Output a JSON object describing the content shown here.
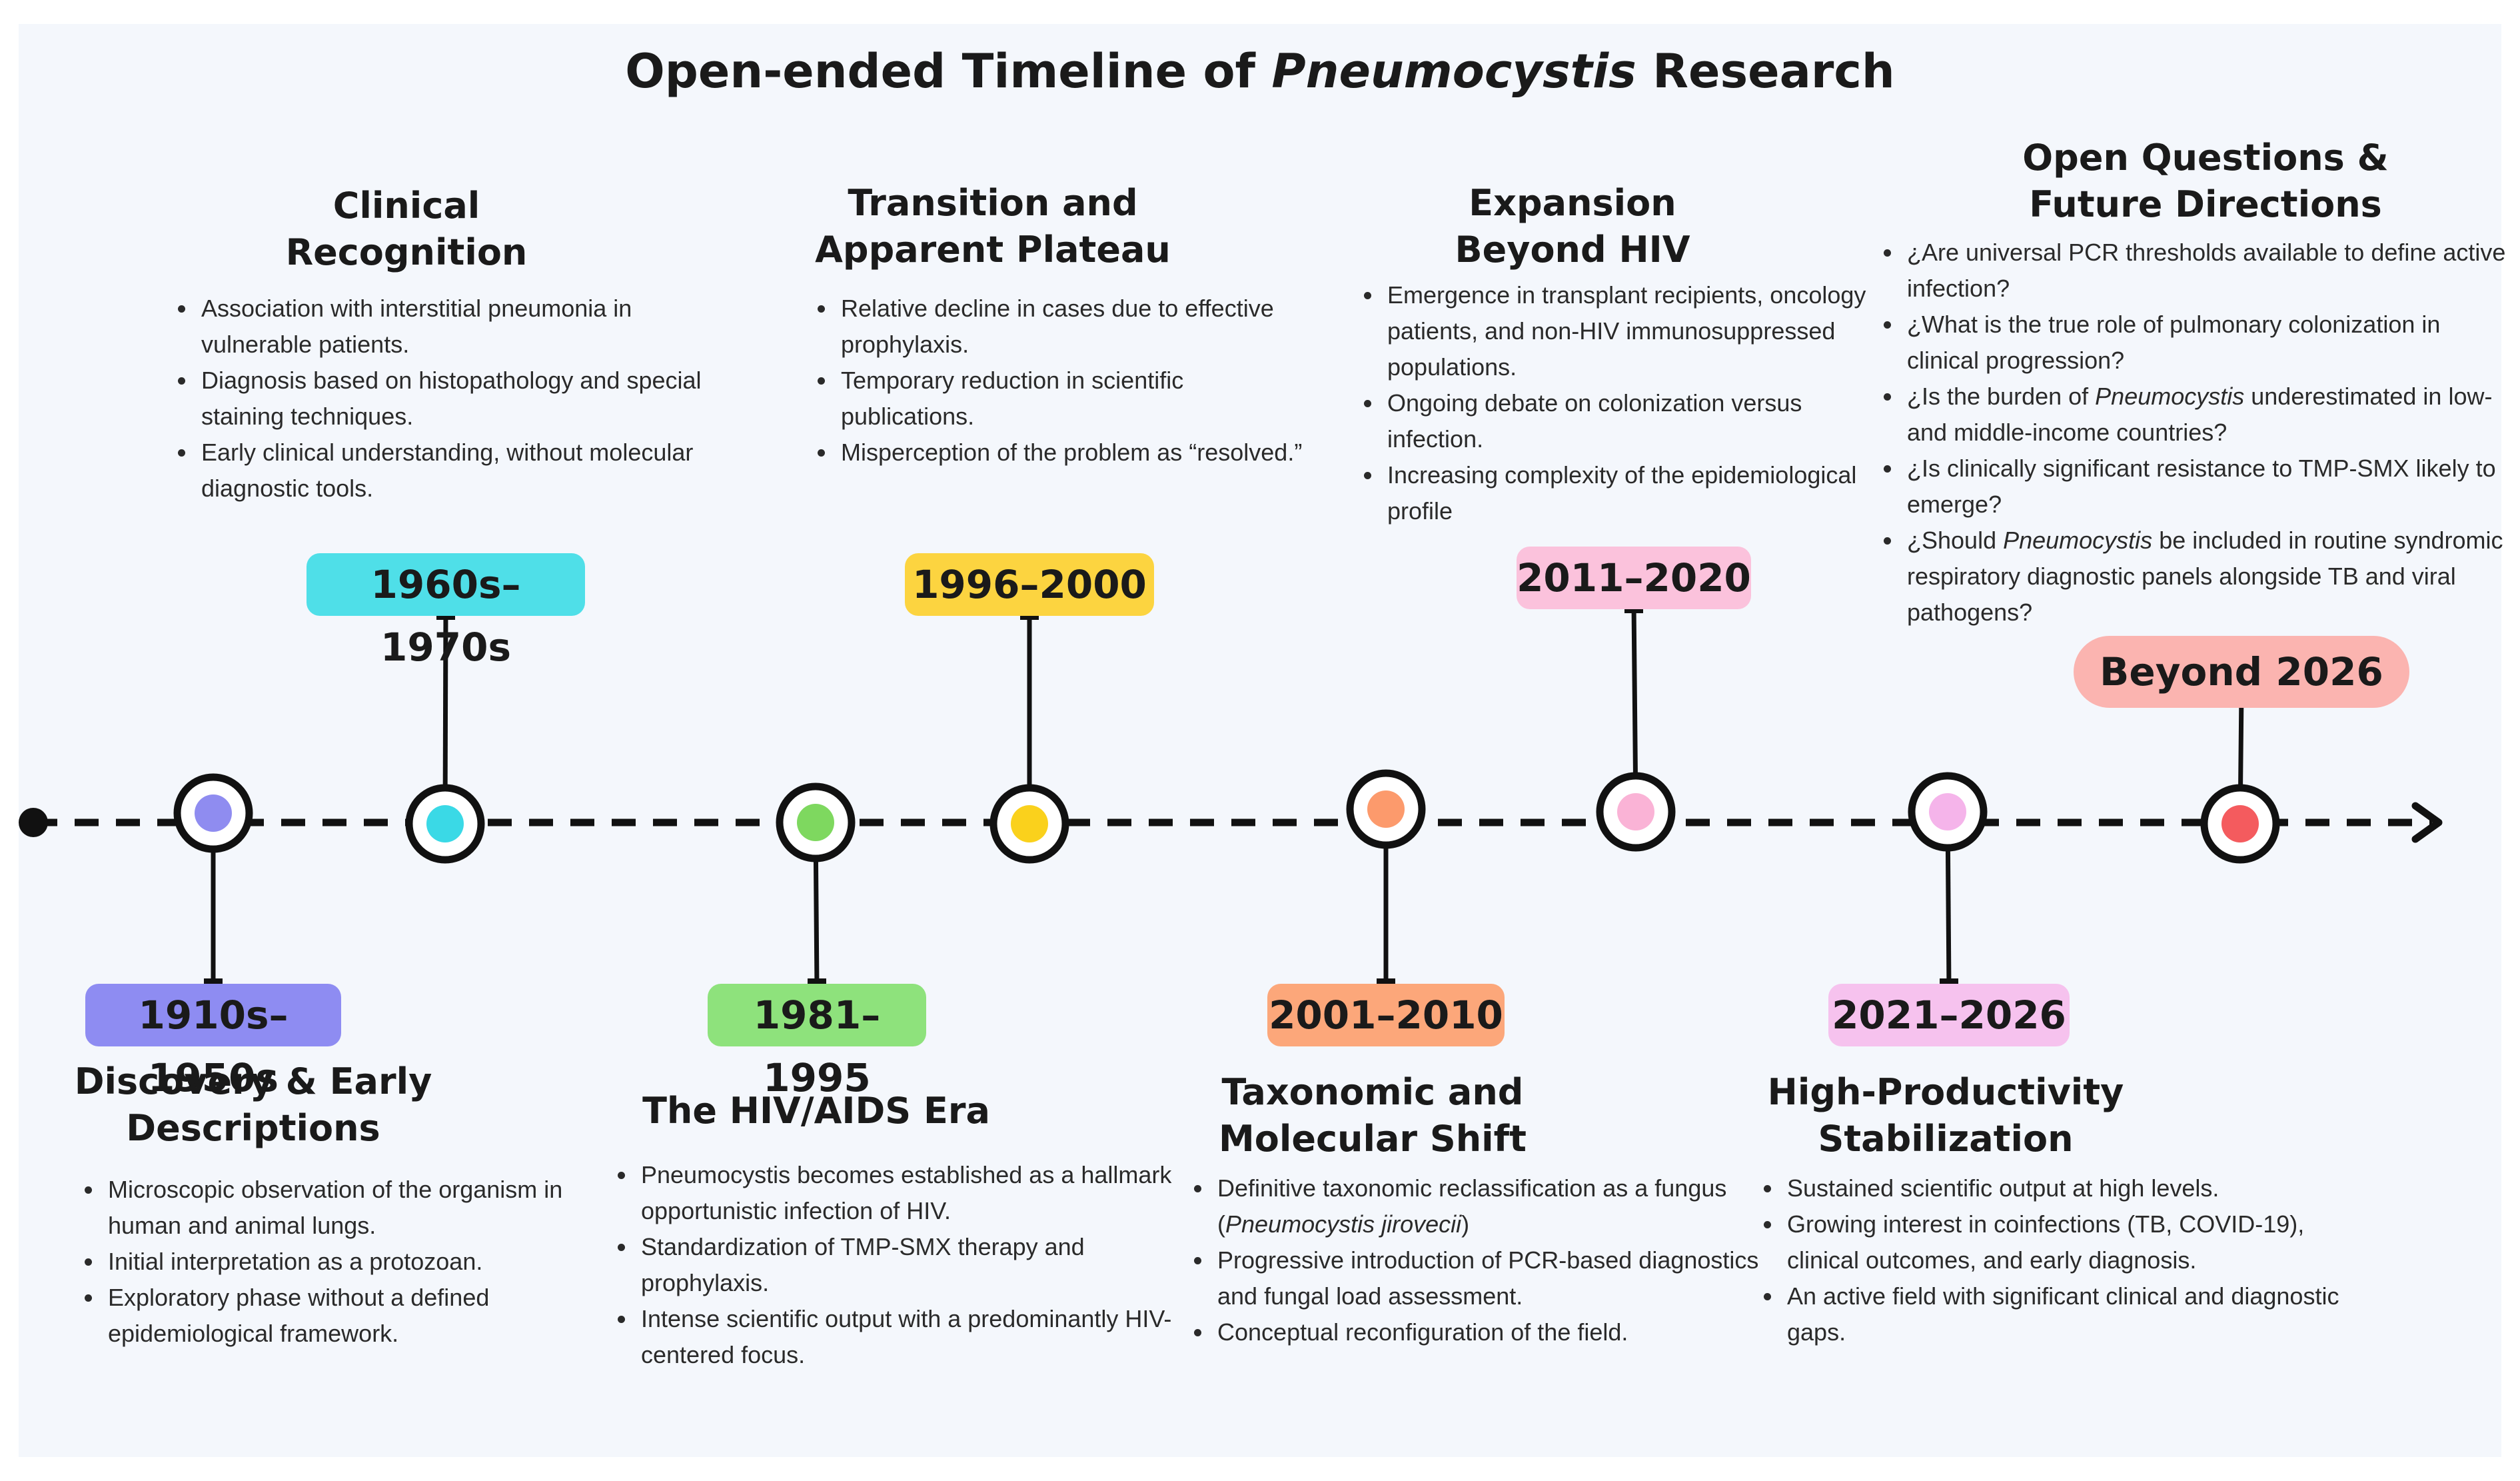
{
  "title": {
    "prefix": "Open-ended Timeline of ",
    "italic": "Pneumocystis",
    "suffix": " Research"
  },
  "periods": [
    {
      "badge": "1910s–1950s",
      "color": "#8e8cf2",
      "dot": "#8f8cf0",
      "heading": [
        "Discovery & Early",
        "Descriptions"
      ],
      "items": [
        "Microscopic observation of the organism in human and animal lungs.",
        "Initial interpretation as a protozoan.",
        "Exploratory phase without a defined epidemiological framework."
      ]
    },
    {
      "badge": "1960s–1970s",
      "color": "#4fdfe8",
      "dot": "#3ad9e6",
      "heading": [
        "Clinical",
        "Recognition"
      ],
      "items": [
        "Association with interstitial pneumonia in vulnerable patients.",
        "Diagnosis based on histopathology and special staining techniques.",
        "Early clinical understanding, without molecular diagnostic tools."
      ]
    },
    {
      "badge": "1981–1995",
      "color": "#8ee27c",
      "dot": "#7ed85f",
      "heading": [
        "The HIV/AIDS Era"
      ],
      "items": [
        "Pneumocystis becomes established as a hallmark opportunistic infection of HIV.",
        "Standardization of TMP-SMX therapy and prophylaxis.",
        "Intense scientific output with a predominantly HIV-centered focus."
      ]
    },
    {
      "badge": "1996–2000",
      "color": "#fcd440",
      "dot": "#fad11c",
      "heading": [
        "Transition and",
        "Apparent Plateau"
      ],
      "items": [
        "Relative decline in cases due to effective prophylaxis.",
        "Temporary reduction in scientific publications.",
        "Misperception of the problem as “resolved.”"
      ]
    },
    {
      "badge": "2001–2010",
      "color": "#fca77a",
      "dot": "#fc9a6c",
      "heading": [
        "Taxonomic and",
        "Molecular Shift"
      ],
      "items": [
        "Definitive taxonomic reclassification as a fungus (Pneumocystis jirovecii)",
        "Progressive introduction of PCR-based diagnostics and fungal load assessment.",
        "Conceptual reconfiguration of the field."
      ]
    },
    {
      "badge": "2011–2020",
      "color": "#fbc2dc",
      "dot": "#fab3d6",
      "heading": [
        "Expansion",
        "Beyond HIV"
      ],
      "items": [
        "Emergence in transplant recipients, oncology patients, and non-HIV immunosuppressed populations.",
        "Ongoing debate on colonization versus infection.",
        "Increasing complexity of the epidemiological profile"
      ]
    },
    {
      "badge": "2021–2026",
      "color": "#f6c2ee",
      "dot": "#f5b4ea",
      "heading": [
        "High-Productivity",
        "Stabilization"
      ],
      "items": [
        "Sustained scientific output at high levels.",
        "Growing interest in coinfections (TB, COVID-19), clinical outcomes, and early diagnosis.",
        "An active field with significant clinical and diagnostic gaps."
      ]
    },
    {
      "badge": "Beyond 2026",
      "color": "#fbb4b0",
      "dot": "#f45b5e",
      "heading": [
        "Open Questions &",
        "Future Directions"
      ],
      "items": [
        "¿Are universal PCR thresholds available to define active infection?",
        "¿What is the true role of pulmonary colonization in clinical progression?",
        "¿Is the burden of Pneumocystis underestimated in low- and middle-income countries?",
        "¿Is clinically significant resistance to TMP-SMX likely to emerge?",
        "¿Should Pneumocystis be included in routine syndromic respiratory diagnostic panels alongside TB and viral pathogens?"
      ]
    }
  ]
}
